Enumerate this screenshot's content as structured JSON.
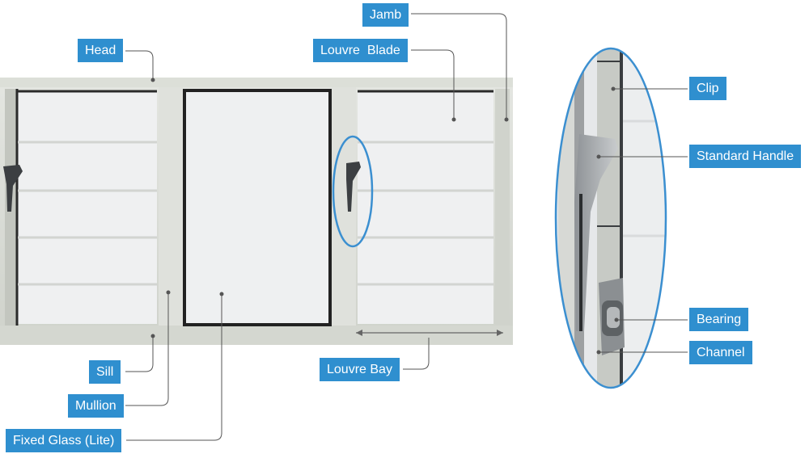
{
  "labels": {
    "head": "Head",
    "jamb": "Jamb",
    "louvre_blade": "Louvre  Blade",
    "sill": "Sill",
    "mullion": "Mullion",
    "fixed_glass": "Fixed Glass (Lite)",
    "louvre_bay": "Louvre Bay",
    "clip": "Clip",
    "standard_handle": "Standard Handle",
    "bearing": "Bearing",
    "channel": "Channel"
  },
  "colors": {
    "label_bg": "#2f8fcf",
    "label_text": "#ffffff",
    "frame": "#d8dbd4",
    "glass": "#eceeef",
    "callout_ring": "#3b8fd0",
    "leader_line": "#555555"
  }
}
